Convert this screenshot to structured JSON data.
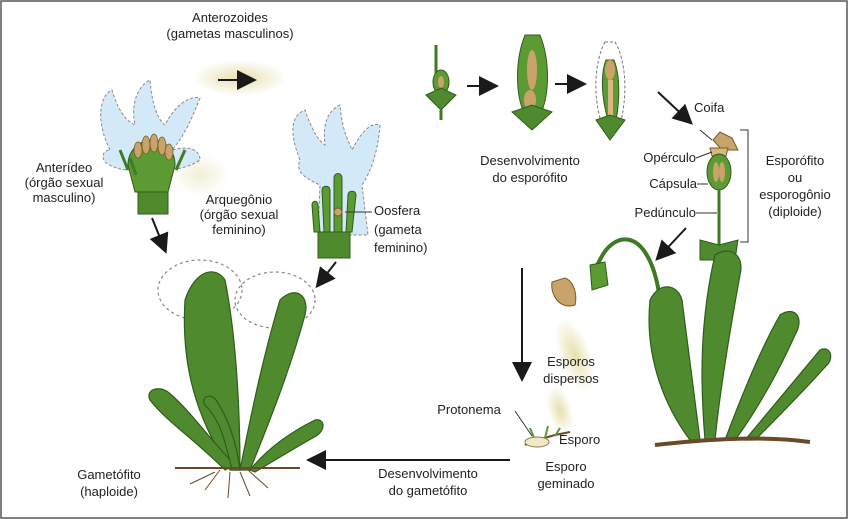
{
  "labels": {
    "anterozoides_1": "Anterozoides",
    "anterozoides_2": "(gametas masculinos)",
    "anterideo_1": "Anterídeo",
    "anterideo_2": "(órgão sexual",
    "anterideo_3": "masculino)",
    "arquegonio_1": "Arquegônio",
    "arquegonio_2": "(órgão sexual",
    "arquegonio_3": "feminino)",
    "oosfera_1": "Oosfera",
    "oosfera_2": "(gameta",
    "oosfera_3": "feminino)",
    "desenv_esp_1": "Desenvolvimento",
    "desenv_esp_2": "do esporófito",
    "coifa": "Coifa",
    "operculo": "Opérculo",
    "capsula": "Cápsula",
    "pedunculo": "Pedúnculo",
    "esporofito_1": "Esporófito",
    "esporofito_2": "ou",
    "esporofito_3": "esporogônio",
    "esporofito_4": "(diploide)",
    "esporos_1": "Esporos",
    "esporos_2": "dispersos",
    "protonema": "Protonema",
    "esporo": "Esporo",
    "esporo_germinado_1": "Esporo",
    "esporo_germinado_2": "geminado",
    "gametofito_1": "Gametófito",
    "gametofito_2": "(haploide)",
    "desenv_gam_1": "Desenvolvimento",
    "desenv_gam_2": "do gametófito"
  },
  "colors": {
    "leaf": "#4f8a2e",
    "leaf_dark": "#2f5d1a",
    "capsule": "#c9a46a",
    "blue_petal": "#cfe6f7",
    "arrow": "#1a1a1a",
    "spore": "#d9d39a"
  }
}
